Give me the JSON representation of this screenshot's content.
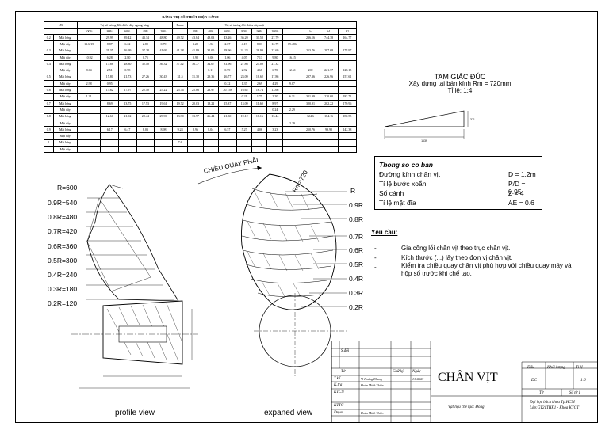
{
  "table": {
    "title": "BẢNG TRỊ SỐ THIẾT DIỆN CÁNH",
    "header_left": "r/R",
    "header_back": "Trị số tương đối chiều dày ngang lưng",
    "header_face": "Trị số tương đối chiều dày mặt",
    "header_pmax": "Pmax",
    "header_pct_back": [
      "100%",
      "80%",
      "60%",
      "40%",
      "20%"
    ],
    "header_pct_face": [
      "20%",
      "40%",
      "60%",
      "80%",
      "90%",
      "100%"
    ],
    "header_tail": [
      "b",
      "b1",
      "b2"
    ],
    "rows": [
      {
        "r": "0.2",
        "back": [
          "",
          "29.99",
          "39.42",
          "43.34",
          "48.80"
        ],
        "mid": "49.72",
        "face": [
          "43.84",
          "48.03",
          "43.26",
          "36.20",
          "31.58",
          "27.79"
        ],
        "end": [
          "",
          "",
          "",
          ""
        ],
        "b": "236.16",
        "b1": "744.38",
        "b2": "164.77"
      },
      {
        "r": "",
        "back": [
          "13.6/15",
          "8.87",
          "6.22",
          "2.80",
          "0.79"
        ],
        "mid": "",
        "face": [
          "3.22",
          "1.52",
          "2.07",
          "4.19",
          "8.03",
          "12.79",
          "19.486"
        ],
        "b": "",
        "b1": "",
        "b2": ""
      },
      {
        "r": "0.3",
        "back": [
          "",
          "21.35",
          "26.99",
          "37.28",
          "41.69"
        ],
        "mid": "41.38",
        "face": [
          "41.99",
          "32.00",
          "28.96",
          "31.23",
          "28.99",
          "22.69"
        ],
        "b": "253.76",
        "b1": "287.68",
        "b2": "178.97"
      },
      {
        "r": "",
        "back": [
          "10.92",
          "6.28",
          "2.80",
          "0.75"
        ],
        "mid": "",
        "face": [
          "0.92",
          "0.06",
          "1.06",
          "4.07",
          "7.13",
          "9.80",
          "16.15"
        ],
        "b": "",
        "b1": "",
        "b2": ""
      },
      {
        "r": "0.4",
        "back": [
          "",
          "17.66",
          "28.30",
          "32.40",
          "36.32"
        ],
        "mid": "37.42",
        "face": [
          "36.77",
          "34.07",
          "31.96",
          "27.86",
          "24.09",
          "21.32"
        ],
        "b": "",
        "b1": "",
        "b2": ""
      },
      {
        "r": "",
        "back": [
          "8.04",
          "2.51",
          "0.98"
        ],
        "mid": "",
        "face": [
          "",
          "0.11",
          "0.99",
          "2.92",
          "4.68",
          "6.70",
          "12.61"
        ],
        "b": "269",
        "b1": "221.77",
        "b2": "128.15"
      },
      {
        "r": "0.5",
        "back": [
          "",
          "15.80",
          "21.73",
          "27.26",
          "30.43"
        ],
        "mid": "31.5",
        "face": [
          "31.30",
          "29.36",
          "26.77",
          "23.09",
          "18.62",
          "17.86"
        ],
        "b": "297.36",
        "b1": "226.96",
        "b2": "157.61"
      },
      {
        "r": "",
        "back": [
          "2.98",
          "0.95"
        ],
        "mid": "",
        "face": [
          "",
          "",
          "0.22",
          "1.37",
          "2.69",
          "4.29",
          "9.07"
        ],
        "b": "",
        "b1": "",
        "b2": ""
      },
      {
        "r": "0.6",
        "back": [
          "",
          "13.62",
          "17.97",
          "22.50",
          "25.22"
        ],
        "mid": "25.74",
        "face": [
          "25.86",
          "23.97",
          "20.758",
          "16.62",
          "16.74",
          "13.66"
        ],
        "b": "",
        "b1": "",
        "b2": ""
      },
      {
        "r": "",
        "back": [
          "1.31"
        ],
        "mid": "",
        "face": [
          "",
          "",
          "",
          "0.21",
          "1.75",
          "2.20",
          "6.31"
        ],
        "b": "311.99",
        "b1": "220.60",
        "b2": "183.71"
      },
      {
        "r": "0.7",
        "back": [
          "",
          "8.69",
          "13.75",
          "17.53",
          "19.61"
        ],
        "mid": "19.72",
        "face": [
          "20.03",
          "18.22",
          "15.37",
          "13.09",
          "11.60",
          "8.97"
        ],
        "b": "320.91",
        "b1": "202.22",
        "b2": "170.96"
      },
      {
        "r": "",
        "back": [
          ""
        ],
        "mid": "",
        "face": [
          "",
          "",
          "",
          "",
          "",
          "0.24",
          "2.29"
        ],
        "b": "",
        "b1": "",
        "b2": ""
      },
      {
        "r": "0.8",
        "back": [
          "",
          "12.60",
          "21.02",
          "28.44",
          "29.90"
        ],
        "mid": "13.90",
        "face": [
          "13.97",
          "26.44",
          "21.30",
          "19.12",
          "18.16",
          "13.44"
        ],
        "b": "324.6",
        "b1": "184.16",
        "b2": "180.55"
      },
      {
        "r": "",
        "back": [
          ""
        ],
        "mid": "",
        "face": [
          "",
          "",
          "",
          "",
          "",
          "",
          "2.29"
        ],
        "b": "",
        "b1": "",
        "b2": ""
      },
      {
        "r": "0.9",
        "back": [
          "",
          "6.17",
          "6.47",
          "8.03",
          "8.98"
        ],
        "mid": "9.24",
        "face": [
          "8.96",
          "8.04",
          "6.57",
          "5.27",
          "4.06",
          "3.23"
        ],
        "b": "250.76",
        "b1": "99.90",
        "b2": "142.38"
      },
      {
        "r": "",
        "back": [
          ""
        ],
        "mid": "",
        "face": [
          ""
        ],
        "b": "",
        "b1": "",
        "b2": ""
      },
      {
        "r": "1",
        "back": [
          ""
        ],
        "mid": "7.6",
        "face": [
          ""
        ],
        "b": "",
        "b1": "",
        "b2": ""
      },
      {
        "r": "",
        "back": [
          ""
        ],
        "mid": "",
        "face": [
          ""
        ],
        "b": "",
        "b1": "",
        "b2": ""
      }
    ],
    "row_labels": [
      "Mặt lưng",
      "Mặt đẩy"
    ]
  },
  "note": {
    "title": "TAM GIÁC ĐÚC",
    "line1": "Xây dựng tại bán kính Rm = 720mm",
    "line2": "Tỉ lệ: 1:4",
    "dim_bottom": "1639",
    "dim_right": "371"
  },
  "params": {
    "title": "Thong so co ban",
    "rows": [
      {
        "label": "Đường kính chân vịt",
        "value": "D = 1.2m"
      },
      {
        "label": "Tỉ lệ bước xoắn",
        "value": "P/D = 0.95"
      },
      {
        "label": "Số cánh",
        "value": "Z = 4"
      },
      {
        "label": "Tỉ lệ mặt đĩa",
        "value": "AE = 0.6"
      }
    ]
  },
  "requirements": {
    "title": "Yêu cầu:",
    "items": [
      "Gia công lỗi chân vịt theo trục chân vịt.",
      "Kích thước (...) lấy theo đơn vị chân vịt.",
      "Kiểm tra chiều quay chân vịt phù hợp với chiều quay máy và hộp số trước khi chế tạo."
    ]
  },
  "radius_labels": [
    "R=600",
    "0.9R=540",
    "0.8R=480",
    "0.7R=420",
    "0.6R=360",
    "0.5R=300",
    "0.4R=240",
    "0.3R=180",
    "0.2R=120"
  ],
  "right_labels": [
    "R",
    "0.9R",
    "0.8R",
    "0.7R",
    "0.6R",
    "0.5R",
    "0.4R",
    "0.3R",
    "0.2R"
  ],
  "annotations": {
    "rotation": "CHIỀU QUAY PHẢI",
    "rm": "Rm=720",
    "profile_view": "profile view",
    "expanded_view": "expaned view"
  },
  "title_block": {
    "part_name": "CHÂN VỊT",
    "material": "Vật liệu chế tạo: Đồng",
    "school": "Đại học bách khoa Tp.HCM",
    "class": "Lớp:GT21THK1 - Khoa KTGT",
    "label_sodoi": "S.đổi",
    "label_to": "Tờ",
    "label_tke": "T.kế",
    "label_ktra": "K.tra",
    "label_ktcn": "KTCN",
    "label_ktcc": "KTTC",
    "label_duyet": "Duyet",
    "label_chuky": "Chữ ký",
    "label_ngay": "Ngày",
    "designer": "Vi Hoàng Khang",
    "checker": "Đoàn Minh Thiện",
    "approver": "Đoàn Minh Thiện",
    "date": "1/6/2023",
    "label_dau": "Dấu",
    "label_khoiluong": "Khối lượng",
    "label_tile": "Tỉ lệ",
    "dau_value": "DC",
    "tile_value": "1:6",
    "label_to2": "Tờ",
    "label_soto": "Số tờ 1"
  }
}
